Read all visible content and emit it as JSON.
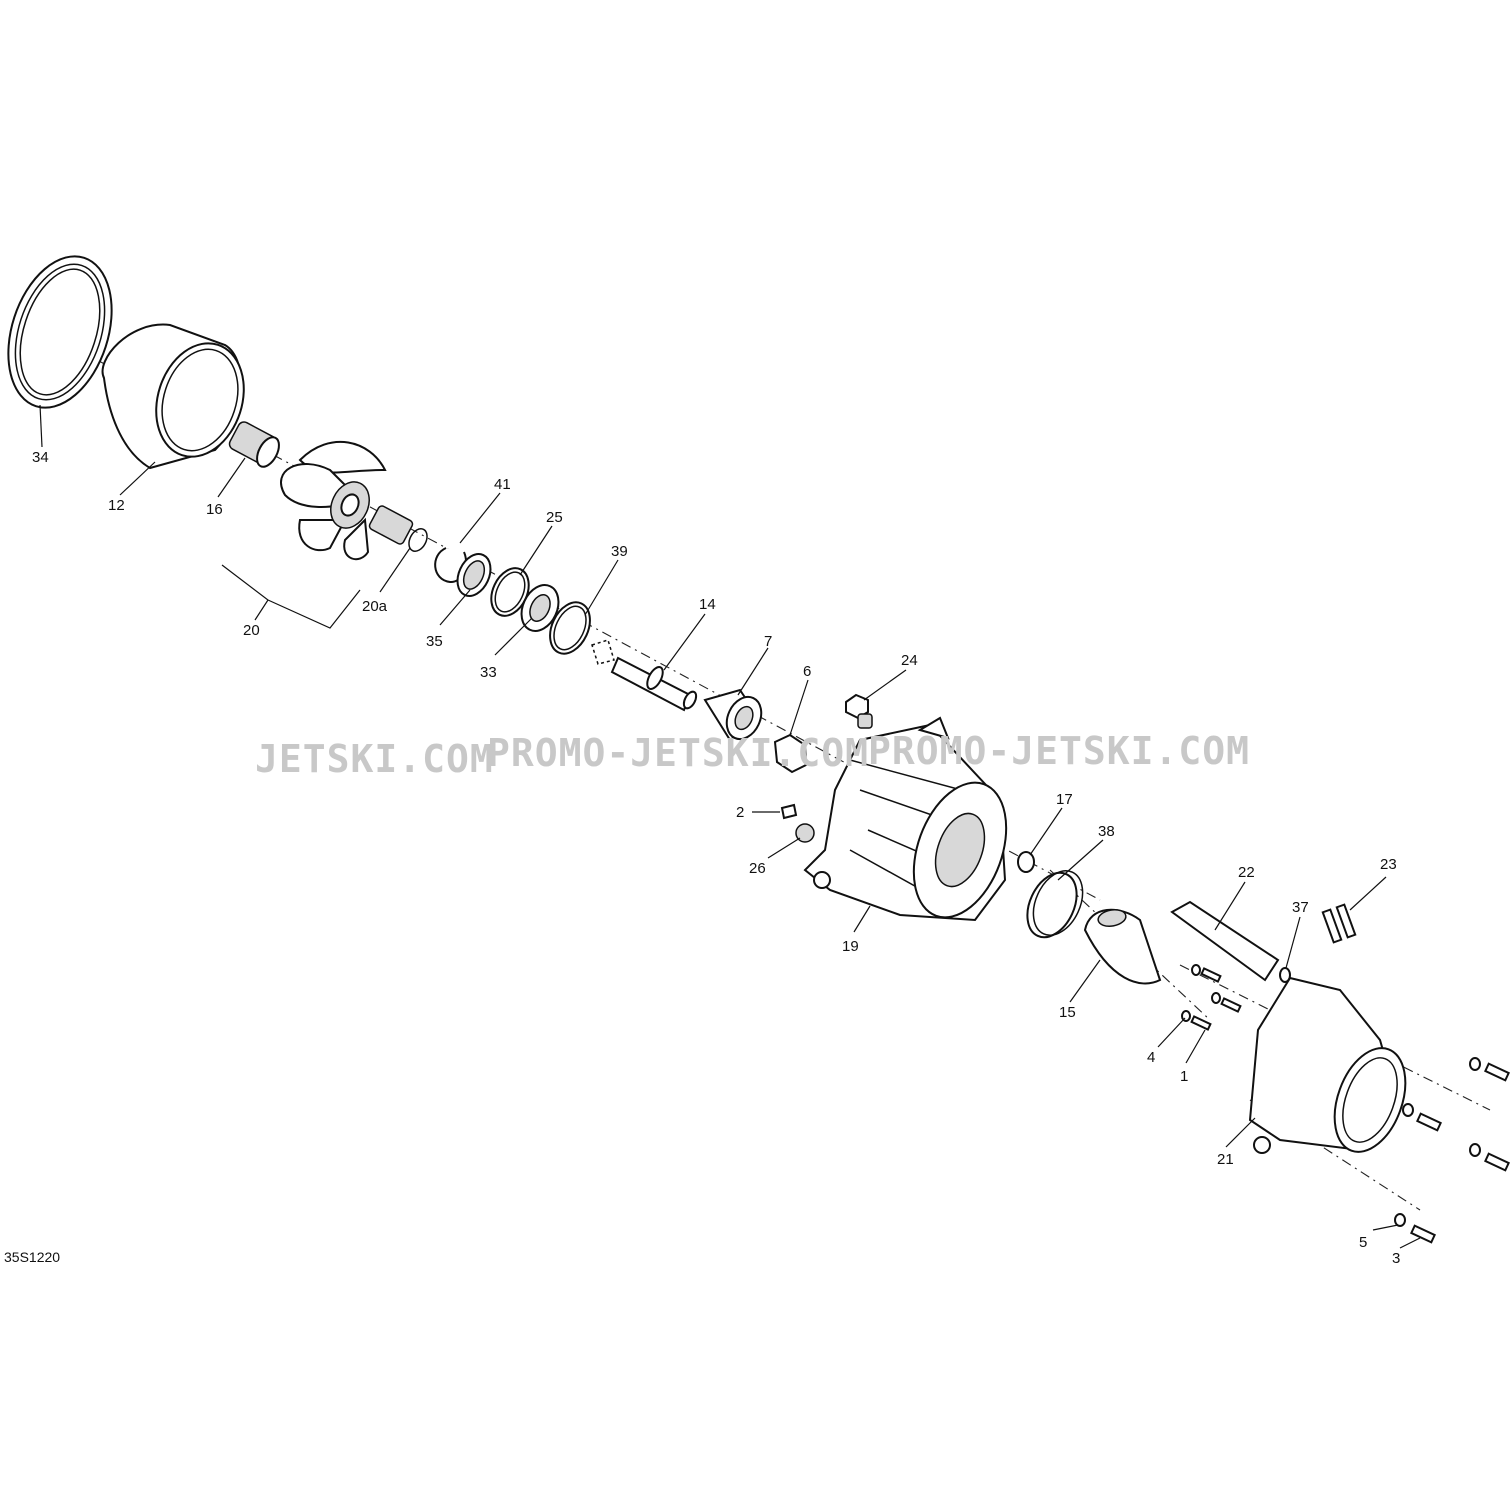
{
  "diagram_id": "35S1220",
  "watermark": {
    "left": "JETSKI.COM",
    "middle": "PROMO-JETSKI.COM",
    "right": "PROMO-JETSKI.COM"
  },
  "callouts": {
    "c34": "34",
    "c12": "12",
    "c16": "16",
    "c20": "20",
    "c20a": "20a",
    "c41": "41",
    "c35": "35",
    "c25": "25",
    "c33": "33",
    "c39": "39",
    "c14": "14",
    "c7": "7",
    "c6": "6",
    "c24": "24",
    "c2": "2",
    "c26": "26",
    "c19": "19",
    "c17": "17",
    "c38": "38",
    "c22": "22",
    "c23": "23",
    "c37": "37",
    "c15": "15",
    "c4": "4",
    "c1": "1",
    "c21": "21",
    "c5": "5",
    "c3": "3"
  }
}
